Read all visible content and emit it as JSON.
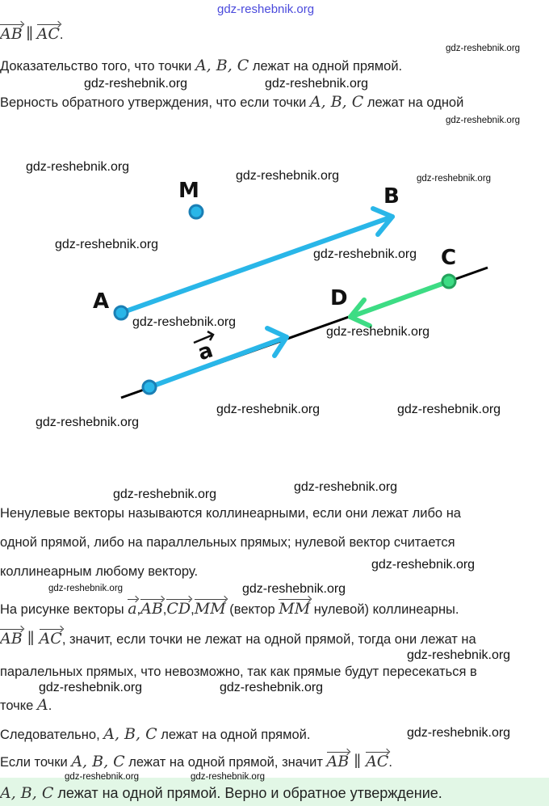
{
  "watermarks": [
    "gdz-reshebnik.org"
  ],
  "lines": {
    "l1": {
      "v1": "AB",
      "par": "∥",
      "v2": "AC",
      "end": "."
    },
    "l2": {
      "a": "Доказательство того, что точки ",
      "m": "A,  B,  C",
      "b": " лежат на одной прямой."
    },
    "l3": {
      "a": "Верность обратного утверждения, что если точки ",
      "m": "A,  B,  C",
      "b": " лежат на одной"
    },
    "l4": "Ненулевые векторы называются коллинеарными, если они лежат либо на",
    "l5": "одной прямой, либо на параллельных прямых; нулевой вектор считается",
    "l6": "коллинеарным любому вектору.",
    "l7": {
      "a": "На рисунке векторы ",
      "va": "a",
      "c1": ",",
      "v1": "AB",
      "c2": ",",
      "v2": "CD",
      "c3": ",",
      "v3": "MM",
      "b": " (вектор ",
      "v4": "MM",
      "c": " нулевой) коллинеарны."
    },
    "l8": {
      "v1": "AB",
      "par": " ∥ ",
      "v2": "AC",
      "b": ", значит, если точки не лежат на одной прямой, тогда они лежат на"
    },
    "l9": "паралельных прямых, что невозможно, так как прямые будут пересекаться в",
    "l10": {
      "a": "точке ",
      "m": "A",
      "b": "."
    },
    "l11": {
      "a": "Следовательно, ",
      "m": "A,  B,  C",
      "b": " лежат на одной прямой."
    },
    "l12": {
      "a": "Если точки ",
      "m": "A,  B,  C",
      "b": " лежат на одной прямой, значит ",
      "v1": "AB",
      "par": " ∥ ",
      "v2": "AC",
      "end": "."
    },
    "answer": {
      "m": "A,  B,  C",
      "b": " лежат на одной прямой. Верно и обратное утверждение."
    }
  },
  "diagram": {
    "labels": {
      "M": "M",
      "B": "B",
      "C": "C",
      "A": "A",
      "D": "D",
      "a": "a"
    },
    "colors": {
      "blue": "#29b6e8",
      "green": "#3ddc84",
      "line": "#000"
    }
  }
}
